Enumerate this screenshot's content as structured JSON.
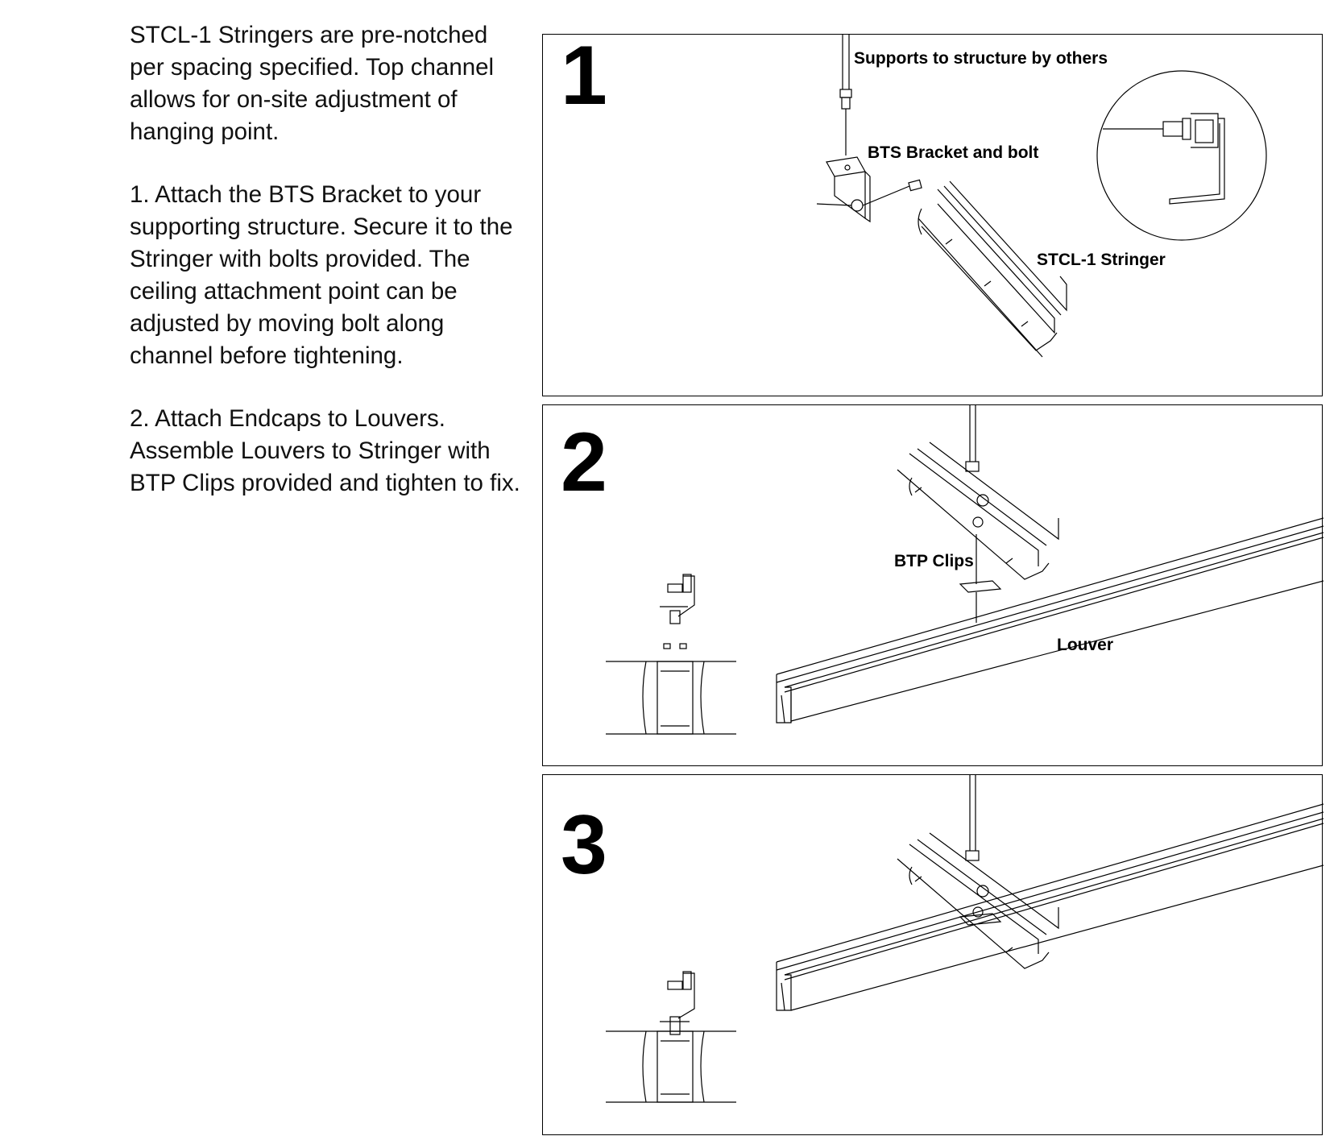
{
  "intro": {
    "paragraph1": "STCL-1 Stringers are pre-notched per spacing specified. Top channel allows for on-site adjustment of hanging point.",
    "paragraph2": "1. Attach the BTS Bracket to your supporting structure. Secure it to the Stringer with bolts provided. The ceiling attachment point can be adjusted by moving bolt along channel before tightening.",
    "paragraph3": "2. Attach Endcaps to Louvers. Assemble Louvers to Stringer with BTP Clips provided and tighten to fix."
  },
  "panels": [
    {
      "number": "1",
      "labels": {
        "supports": "Supports to structure by others",
        "bracket": "BTS Bracket and bolt",
        "stringer": "STCL-1 Stringer"
      }
    },
    {
      "number": "2",
      "labels": {
        "clips": "BTP Clips",
        "louver": "Louver"
      }
    },
    {
      "number": "3"
    }
  ]
}
